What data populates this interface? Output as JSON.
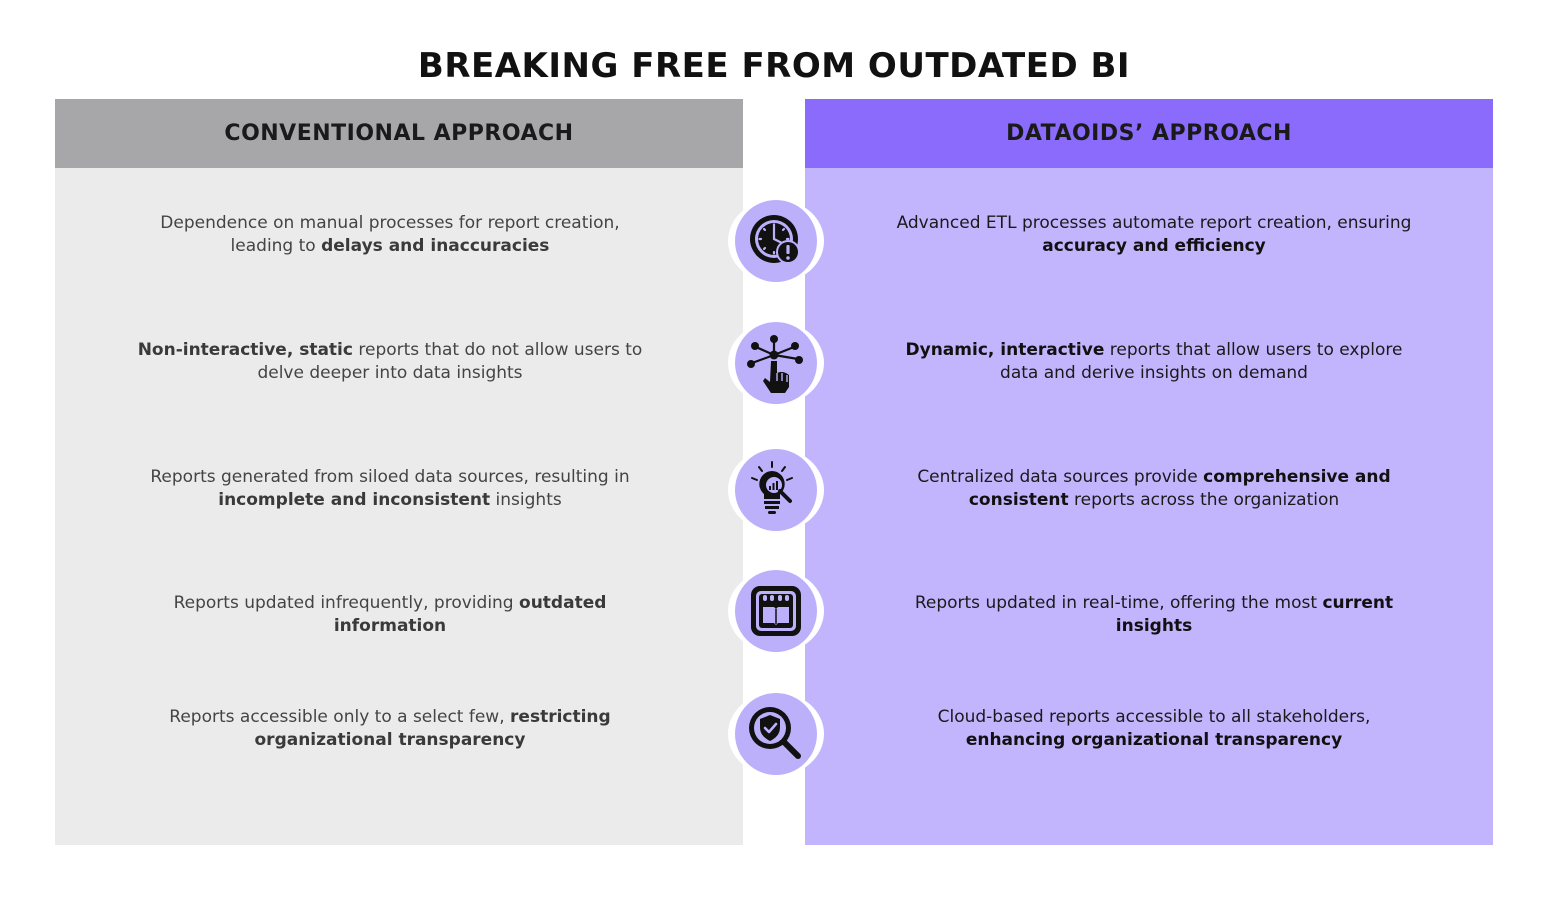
{
  "title": "BREAKING FREE FROM OUTDATED BI",
  "columns": {
    "left": {
      "heading": "CONVENTIONAL APPROACH",
      "color": "#a7a7aa",
      "body_color": "#ebebeb"
    },
    "right": {
      "heading": "DATAOIDS’ APPROACH",
      "color": "#8b6bfc",
      "body_color": "#c3b5fd"
    }
  },
  "rows": [
    {
      "icon": "clock-alert-icon",
      "left": {
        "pre": "Dependence on manual processes for report creation, leading to ",
        "bold": "delays and inaccuracies",
        "post": ""
      },
      "right": {
        "pre": "Advanced ETL processes automate report creation, ensuring ",
        "bold": "accuracy and efficiency",
        "post": ""
      }
    },
    {
      "icon": "network-hand-pointer-icon",
      "left": {
        "pre": "",
        "bold": "Non-interactive, static",
        "post": " reports that do not allow users to delve deeper into data insights"
      },
      "right": {
        "pre": "",
        "bold": "Dynamic, interactive",
        "post": " reports that allow users to explore data and derive insights on demand"
      }
    },
    {
      "icon": "lightbulb-chart-icon",
      "left": {
        "pre": "Reports generated from siloed data sources, resulting in ",
        "bold": "incomplete and inconsistent",
        "post": " insights"
      },
      "right": {
        "pre": "Centralized data sources provide ",
        "bold": "comprehensive and consistent",
        "post": " reports across the organization"
      }
    },
    {
      "icon": "calendar-book-icon",
      "left": {
        "pre": "Reports updated infrequently, providing ",
        "bold": "outdated information",
        "post": ""
      },
      "right": {
        "pre": "Reports updated in real-time, offering the most ",
        "bold": "current insights",
        "post": ""
      }
    },
    {
      "icon": "shield-magnifier-icon",
      "left": {
        "pre": "Reports accessible only to a select few, ",
        "bold": "restricting organizational transparency",
        "post": ""
      },
      "right": {
        "pre": "Cloud-based reports accessible to all stakeholders, ",
        "bold": "enhancing organizational transparency",
        "post": ""
      }
    }
  ]
}
